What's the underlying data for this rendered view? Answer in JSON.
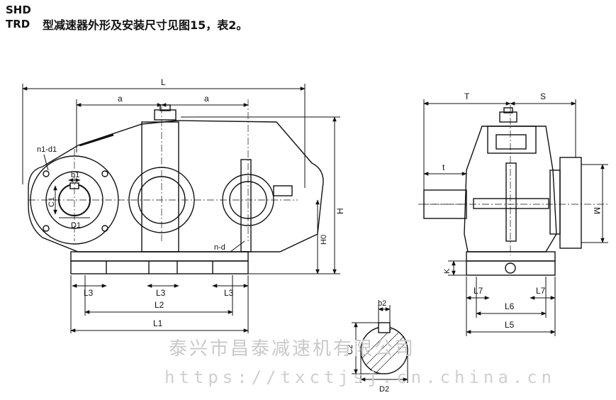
{
  "header": {
    "code_top": "SHD",
    "code_bottom": "TRD",
    "title": "型减速器外形及安装尺寸见图15，表2。"
  },
  "front_view": {
    "labels": {
      "L": "L",
      "a_left": "a",
      "a_right": "a",
      "n1d1": "n1-d1",
      "b1": "b1",
      "C1": "C1",
      "D1": "D1",
      "nd": "n-d",
      "H": "H",
      "H0": "H0",
      "L3_a": "L3",
      "L3_b": "L3",
      "L3_c": "L3",
      "L2": "L2",
      "L1": "L1"
    }
  },
  "side_view": {
    "labels": {
      "T": "T",
      "S": "S",
      "t": "t",
      "M": "M",
      "K": "K",
      "L7_left": "L7",
      "L7_right": "L7",
      "L6": "L6",
      "L5": "L5"
    }
  },
  "shaft_section": {
    "labels": {
      "b2": "b2",
      "C2": "C2",
      "D2": "D2"
    }
  },
  "watermark": {
    "company": "泰兴市昌泰减速机有限公司",
    "url": "https://txctjsj.cn.china.cn"
  }
}
